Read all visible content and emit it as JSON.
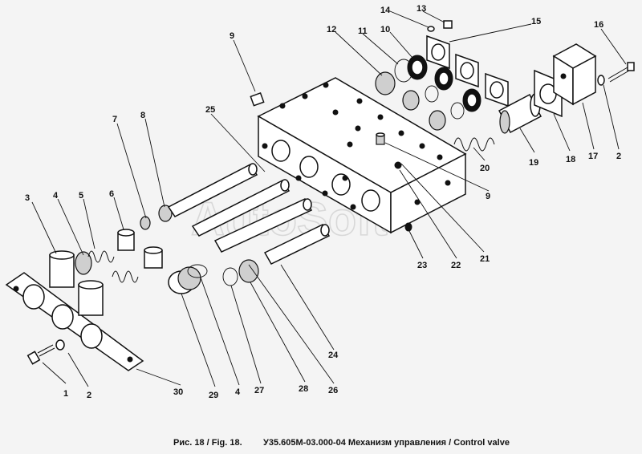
{
  "watermark": "AutoSoft",
  "caption": {
    "fig_label": "Рис. 18 / Fig. 18.",
    "title": "У35.605М-03.000-04 Механизм управления / Control valve"
  },
  "callouts": {
    "c1": "1",
    "c2a": "2",
    "c2b": "2",
    "c3": "3",
    "c4a": "4",
    "c4b": "4",
    "c5": "5",
    "c6": "6",
    "c7": "7",
    "c8": "8",
    "c9a": "9",
    "c9b": "9",
    "c10": "10",
    "c11": "11",
    "c12": "12",
    "c13": "13",
    "c14": "14",
    "c15": "15",
    "c16": "16",
    "c17": "17",
    "c18": "18",
    "c19": "19",
    "c20": "20",
    "c21": "21",
    "c22": "22",
    "c23": "23",
    "c24": "24",
    "c25": "25",
    "c26": "26",
    "c27": "27",
    "c28": "28",
    "c29": "29",
    "c30": "30"
  }
}
